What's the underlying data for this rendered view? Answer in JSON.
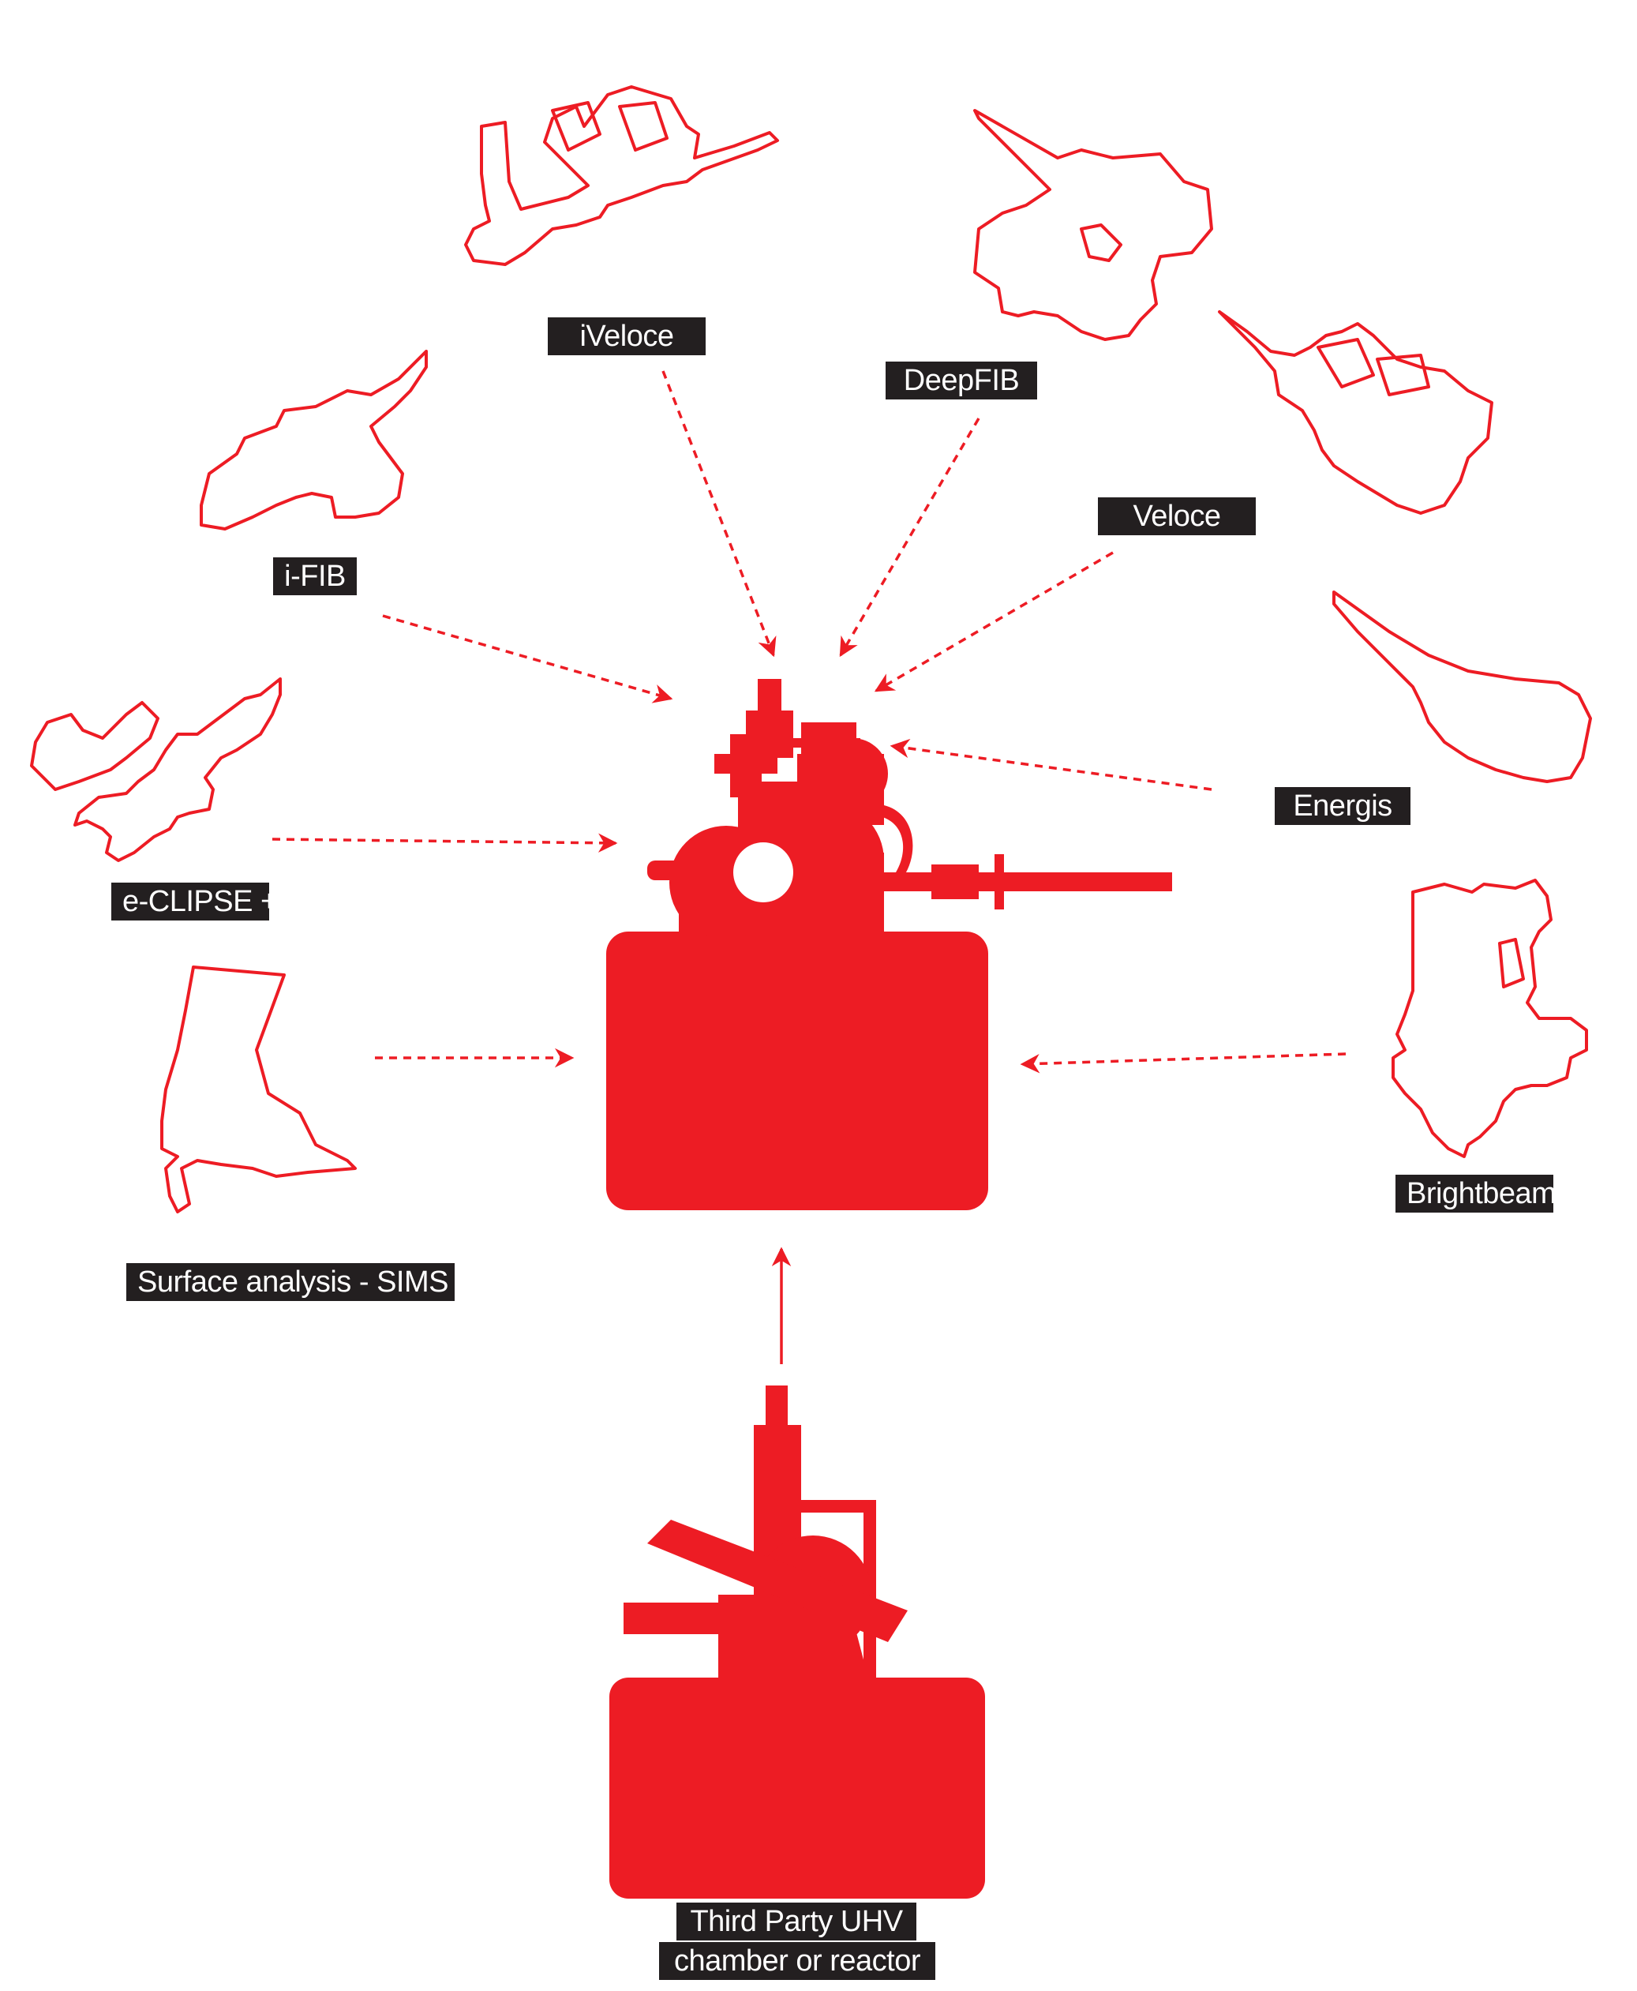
{
  "accent_color": "#ed1c24",
  "label_bg_color": "#231f20",
  "labels": {
    "iveloce": "iVeloce",
    "deepfib": "DeepFIB",
    "veloce": "Veloce",
    "ifib": "i-FIB",
    "energis": "Energis",
    "eclipse": "e-CLIPSE +",
    "brightbeam": "Brightbeam",
    "sims": "Surface analysis - SIMS",
    "third_party_line1": "Third Party UHV",
    "third_party_line2": "chamber or reactor"
  }
}
